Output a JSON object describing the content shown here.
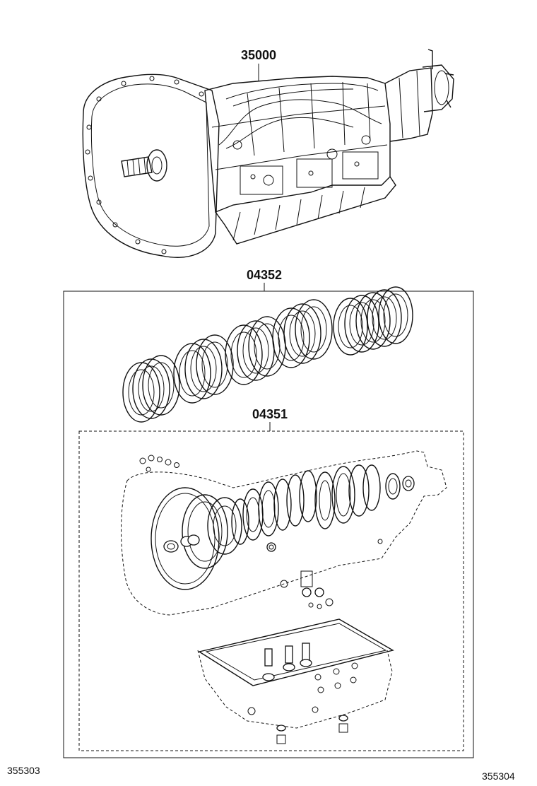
{
  "parts": {
    "transmission": {
      "number": "35000"
    },
    "overhaul_kit": {
      "number": "04352"
    },
    "gasket_kit": {
      "number": "04351"
    }
  },
  "figure_codes": {
    "left": "355303",
    "right": "355304"
  }
}
